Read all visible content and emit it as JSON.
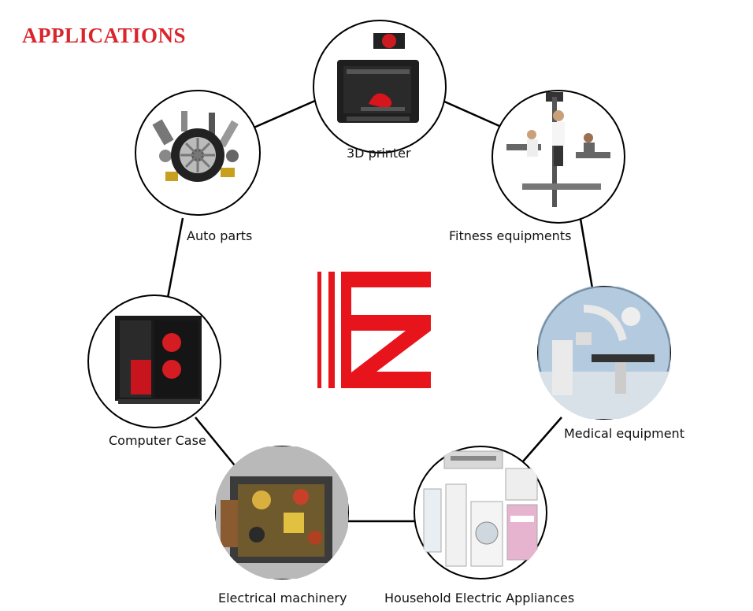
{
  "title": "APPLICATIONS",
  "colors": {
    "accent": "#e8141c",
    "line": "#000000"
  },
  "center_logo": {
    "description_icon": "ez-logo"
  },
  "applications": [
    {
      "id": "3d-printer",
      "label": "3D printer"
    },
    {
      "id": "fitness",
      "label": "Fitness equipments"
    },
    {
      "id": "medical",
      "label": "Medical equipment"
    },
    {
      "id": "household",
      "label": "Household Electric Appliances"
    },
    {
      "id": "electrical",
      "label": "Electrical machinery"
    },
    {
      "id": "computer-case",
      "label": "Computer Case"
    },
    {
      "id": "auto-parts",
      "label": "Auto parts"
    }
  ]
}
